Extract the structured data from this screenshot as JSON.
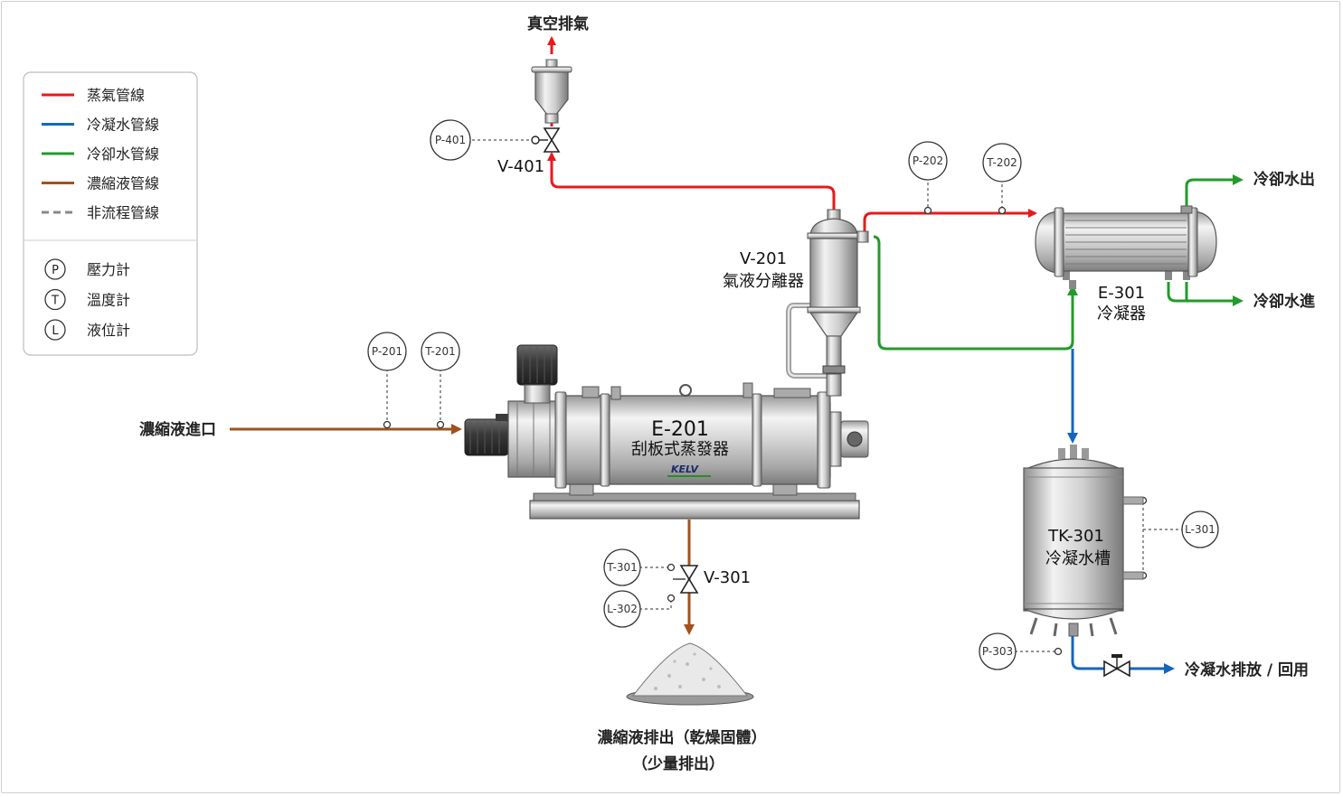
{
  "legend": {
    "lines": [
      {
        "label": "蒸氣管線",
        "color": "#e8191b",
        "dashed": false
      },
      {
        "label": "冷凝水管線",
        "color": "#1565c0",
        "dashed": false
      },
      {
        "label": "冷卻水管線",
        "color": "#239b2a",
        "dashed": false
      },
      {
        "label": "濃縮液管線",
        "color": "#a0521e",
        "dashed": false
      },
      {
        "label": "非流程管線",
        "color": "#888888",
        "dashed": true
      }
    ],
    "instruments": [
      {
        "symbol": "P",
        "label": "壓力計"
      },
      {
        "symbol": "T",
        "label": "溫度計"
      },
      {
        "symbol": "L",
        "label": "液位計"
      }
    ]
  },
  "streams": {
    "vacuum_exhaust": "真空排氣",
    "feed_inlet": "濃縮液進口",
    "cooling_water_out": "冷卻水出",
    "cooling_water_in": "冷卻水進",
    "condensate_discharge": "冷凝水排放 / 回用",
    "product_outlet": "濃縮液排出（乾燥固體）",
    "product_note": "（少量排出）"
  },
  "equipment": {
    "evaporator": {
      "tag": "E-201",
      "name": "刮板式蒸發器",
      "brand": "KELV"
    },
    "separator": {
      "tag": "V-201",
      "name": "氣液分離器"
    },
    "condenser": {
      "tag": "E-301",
      "name": "冷凝器"
    },
    "tank": {
      "tag": "TK-301",
      "name": "冷凝水槽"
    }
  },
  "valves": {
    "vent_valve": "V-401",
    "bottom_valve": "V-301"
  },
  "instruments": {
    "p401": "P-401",
    "p202": "P-202",
    "t202": "T-202",
    "p201": "P-201",
    "t201": "T-201",
    "t301": "T-301",
    "l302": "L-302",
    "l301": "L-301",
    "p303": "P-303"
  },
  "colors": {
    "steam": "#e8191b",
    "condensate": "#1565c0",
    "cooling": "#239b2a",
    "concentrate": "#a0521e",
    "nonprocess": "#888888"
  }
}
